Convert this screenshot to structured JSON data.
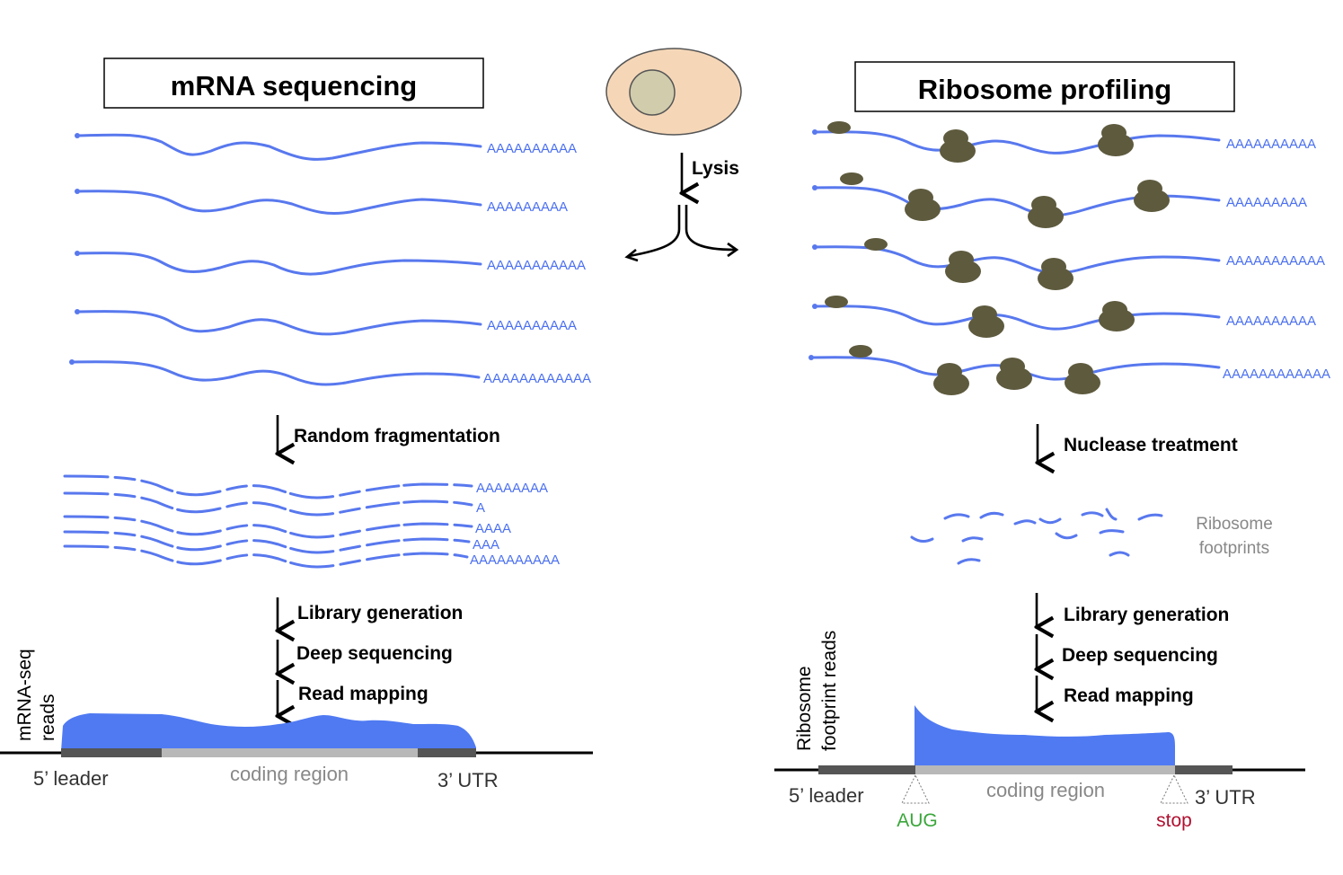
{
  "left": {
    "title": "mRNA sequencing",
    "polya": [
      "AAAAAAAAAA",
      "AAAAAAAAA",
      "AAAAAAAAAAA",
      "AAAAAAAAAA",
      "AAAAAAAAAAAA"
    ],
    "frag_polya": [
      "AAAAAAAA",
      "A",
      "AAAA",
      "AAA",
      "AAAAAAAAAA"
    ],
    "step_fragmentation": "Random fragmentation",
    "step_library": "Library generation",
    "step_sequencing": "Deep sequencing",
    "step_mapping": "Read mapping",
    "ylabel_line1": "mRNA-seq",
    "ylabel_line2": "reads",
    "region_5": "5’ leader",
    "region_cds": "coding region",
    "region_3": "3’ UTR"
  },
  "center": {
    "lysis": "Lysis"
  },
  "right": {
    "title": "Ribosome profiling",
    "polya": [
      "AAAAAAAAAA",
      "AAAAAAAAA",
      "AAAAAAAAAAA",
      "AAAAAAAAAA",
      "AAAAAAAAAAAA"
    ],
    "step_nuclease": "Nuclease treatment",
    "footprints_line1": "Ribosome",
    "footprints_line2": "footprints",
    "step_library": "Library generation",
    "step_sequencing": "Deep sequencing",
    "step_mapping": "Read mapping",
    "ylabel_line1": "Ribosome",
    "ylabel_line2": "footprint reads",
    "region_5": "5’ leader",
    "region_cds": "coding region",
    "region_3": "3’ UTR",
    "start_codon": "AUG",
    "stop_codon": "stop"
  },
  "colors": {
    "mrna": "#5878ee",
    "ribosome": "#5e5a3e",
    "coverage": "#4f7af2",
    "cell": "#f5d7b8",
    "nucleus": "#d0ccac"
  }
}
